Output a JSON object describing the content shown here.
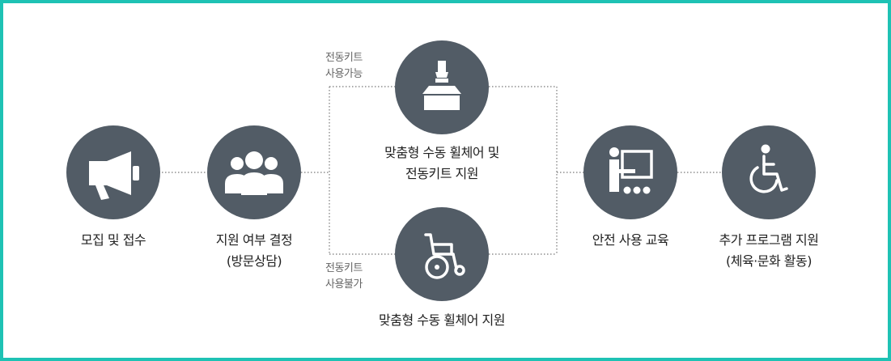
{
  "steps": {
    "recruit": {
      "label": "모집 및 접수",
      "icon": "megaphone-icon"
    },
    "decision": {
      "line1": "지원 여부 결정",
      "line2": "(방문상담)",
      "icon": "people-group-icon"
    },
    "kit_branch": {
      "line1": "맞춤형 수동 휠체어 및",
      "line2": "전동키트 지원",
      "icon": "power-kit-icon"
    },
    "manual_branch": {
      "label": "맞춤형 수동 휠체어 지원",
      "icon": "wheelchair-icon"
    },
    "education": {
      "label": "안전 사용 교육",
      "icon": "lecture-icon"
    },
    "program": {
      "line1": "추가 프로그램 지원",
      "line2": "(체육·문화 활동)",
      "icon": "wheelchair-user-icon"
    }
  },
  "notes": {
    "kit_possible": {
      "line1": "전동키트",
      "line2": "사용가능"
    },
    "kit_impossible": {
      "line1": "전동키트",
      "line2": "사용불가"
    }
  },
  "colors": {
    "border": "#1ec2b4",
    "node": "#525c66",
    "icon": "#ffffff",
    "connector": "#777777"
  }
}
